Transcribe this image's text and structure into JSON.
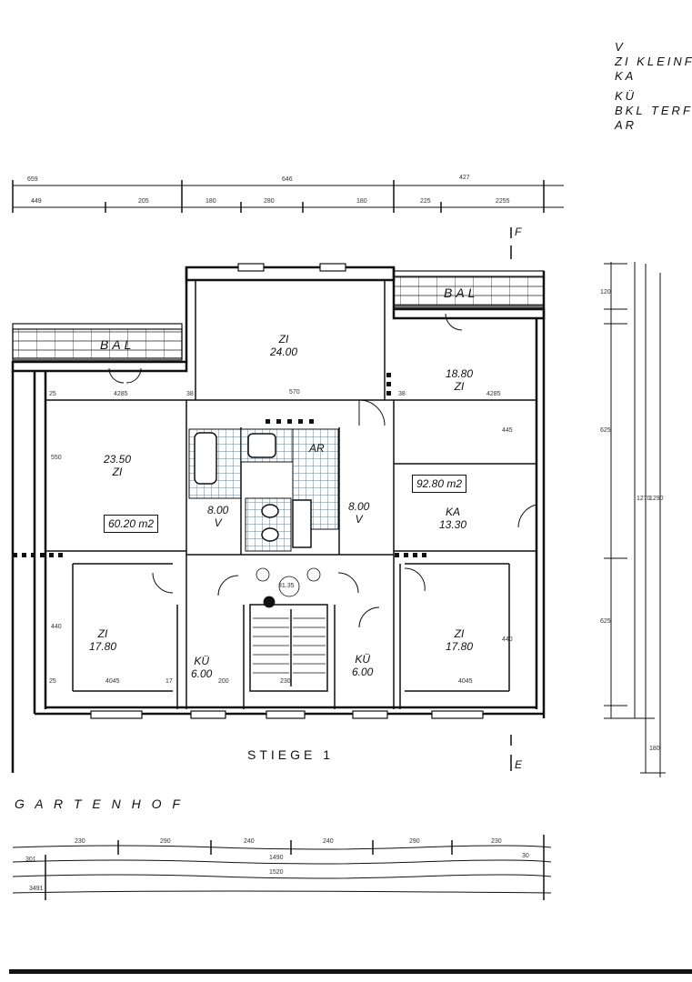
{
  "legend": [
    "V",
    "ZI  KLEINF",
    "KA",
    "KÜ",
    "BKL  TERF",
    "AR"
  ],
  "rooms": {
    "bal_left": "BAL",
    "bal_right": "BAL",
    "zi_top_area": "ZI",
    "zi_top_size": "24.00",
    "zi_right_top_size": "18.80",
    "zi_right_top": "ZI",
    "zi_left_size": "23.50",
    "zi_left": "ZI",
    "ar": "AR",
    "v_left_size": "8.00",
    "v_left": "V",
    "v_right_size": "8.00",
    "v_right": "V",
    "ka": "KA",
    "ka_size": "13.30",
    "zi_bl": "ZI",
    "zi_bl_size": "17.80",
    "ku_left": "KÜ",
    "ku_left_size": "6.00",
    "ku_right": "KÜ",
    "ku_right_size": "6.00",
    "zi_br": "ZI",
    "zi_br_size": "17.80",
    "stair_num": "31.35"
  },
  "areas": {
    "left_unit": "60.20 m2",
    "right_unit": "92.80 m2"
  },
  "labels": {
    "stiege": "STIEGE 1",
    "gartenhof": "G A R T E N H O F",
    "section_f": "F",
    "section_e": "E"
  },
  "dims_top": {
    "row1": [
      "659",
      "646",
      "427"
    ],
    "row2": [
      "449",
      "205",
      "180",
      "280",
      "180",
      "225",
      "2255"
    ]
  },
  "dims_bottom": {
    "row1": [
      "230",
      "290",
      "240",
      "240",
      "290",
      "230"
    ],
    "row2": [
      "1490"
    ],
    "row3": [
      "1520"
    ],
    "row4": [
      "3491"
    ],
    "side": [
      "301",
      "30"
    ]
  },
  "dims_plan": {
    "d4285_left": "4285",
    "d4285_right": "4285",
    "d25": "25",
    "d38": "38",
    "d570": "570",
    "d38b": "38",
    "d550": "550",
    "d445": "445",
    "d440_l": "440",
    "d440_r": "440",
    "d4045_l": "4045",
    "d4045_r": "4045",
    "d200": "200",
    "d230": "230",
    "d25b": "25",
    "d17": "17"
  },
  "dims_right": [
    "120",
    "625",
    "1270",
    "1290",
    "625",
    "180"
  ],
  "colors": {
    "tile": "#5a84a6",
    "ink": "#111111"
  }
}
